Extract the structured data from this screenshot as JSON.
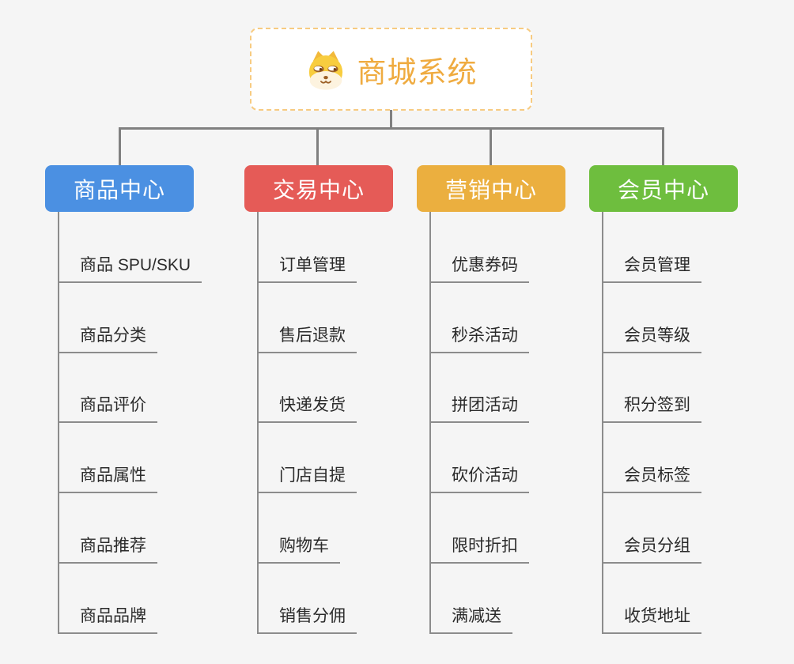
{
  "page": {
    "background_color": "#f5f5f5",
    "connector_color": "#808080",
    "item_line_color": "#8c8c8c",
    "item_text_color": "#2b2b2b"
  },
  "root": {
    "title": "商城系统",
    "icon": "dog-face-icon",
    "text_color": "#efab40",
    "border_color": "#f7cb81"
  },
  "branches": [
    {
      "label": "商品中心",
      "color": "#4b90e2",
      "items": [
        "商品 SPU/SKU",
        "商品分类",
        "商品评价",
        "商品属性",
        "商品推荐",
        "商品品牌"
      ]
    },
    {
      "label": "交易中心",
      "color": "#e55b57",
      "items": [
        "订单管理",
        "售后退款",
        "快递发货",
        "门店自提",
        "购物车",
        "销售分佣"
      ]
    },
    {
      "label": "营销中心",
      "color": "#ebaf3f",
      "items": [
        "优惠券码",
        "秒杀活动",
        "拼团活动",
        "砍价活动",
        "限时折扣",
        "满减送"
      ]
    },
    {
      "label": "会员中心",
      "color": "#6ebe3e",
      "items": [
        "会员管理",
        "会员等级",
        "积分签到",
        "会员标签",
        "会员分组",
        "收货地址"
      ]
    }
  ]
}
